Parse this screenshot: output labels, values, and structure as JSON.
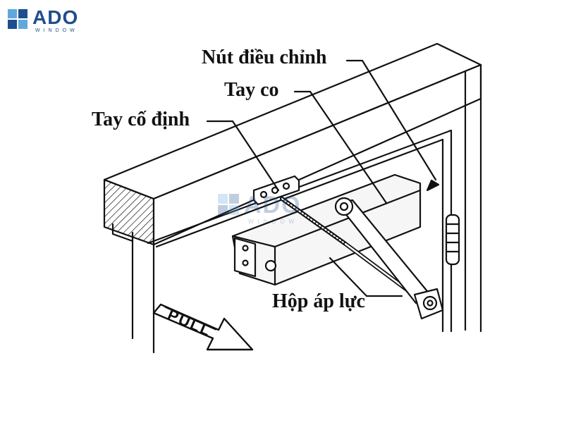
{
  "brand": {
    "name": "ADO",
    "subtitle": "WINDOW",
    "color": "#1f4e8c",
    "accent": "#5fa8dc",
    "icon": "window-grid-icon"
  },
  "labels": {
    "adjust_knob": "Nút điều chỉnh",
    "arm": "Tay co",
    "fixed_arm": "Tay cố định",
    "pressure_box": "Hộp áp lực"
  },
  "sign": {
    "text": "PULL",
    "icon": "arrow-right-icon"
  },
  "colors": {
    "line": "#111111",
    "body_fill": "#f6f6f6"
  }
}
